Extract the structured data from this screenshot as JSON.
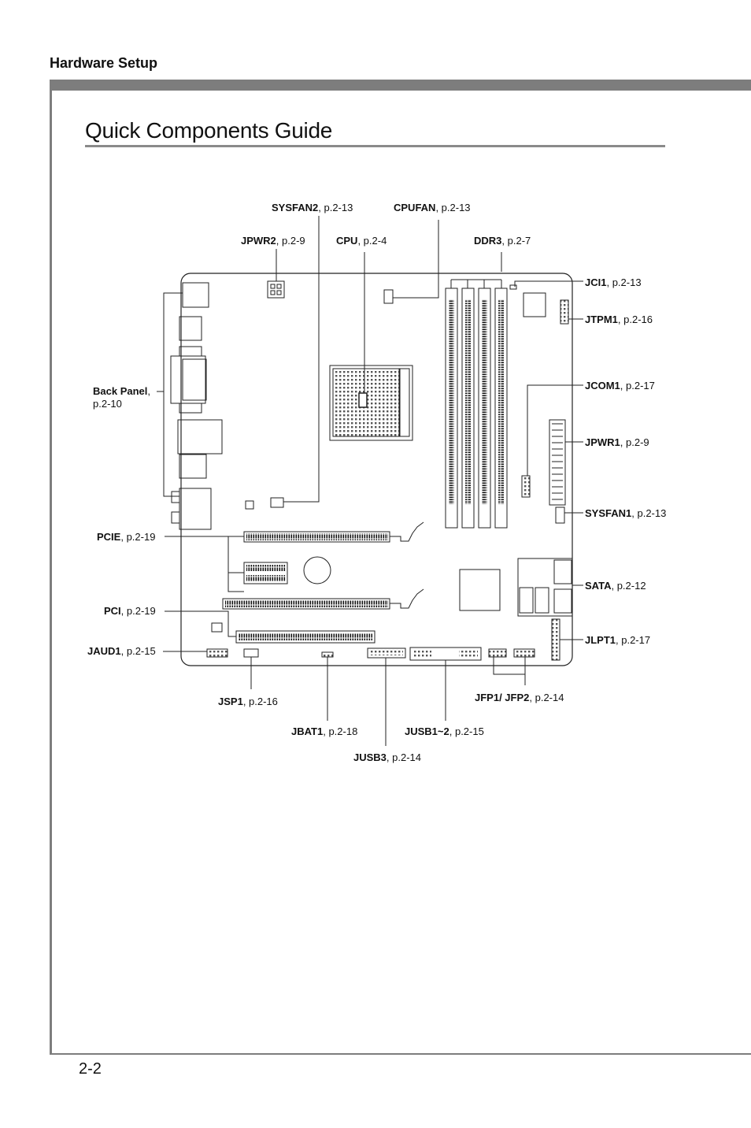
{
  "header": {
    "section": "Hardware Setup"
  },
  "page": {
    "title": "Quick Components Guide",
    "number": "2-2"
  },
  "components": [
    {
      "id": "sysfan2",
      "name": "SYSFAN2",
      "ref": ", p.2-13"
    },
    {
      "id": "cpufan",
      "name": "CPUFAN",
      "ref": ", p.2-13"
    },
    {
      "id": "jpwr2",
      "name": "JPWR2",
      "ref": ", p.2-9"
    },
    {
      "id": "cpu",
      "name": "CPU",
      "ref": ", p.2-4"
    },
    {
      "id": "ddr3",
      "name": "DDR3",
      "ref": ", p.2-7"
    },
    {
      "id": "jci1",
      "name": "JCI1",
      "ref": ", p.2-13"
    },
    {
      "id": "jtpm1",
      "name": "JTPM1",
      "ref": ", p.2-16"
    },
    {
      "id": "jcom1",
      "name": "JCOM1",
      "ref": ", p.2-17"
    },
    {
      "id": "jpwr1",
      "name": "JPWR1",
      "ref": ", p.2-9"
    },
    {
      "id": "sysfan1",
      "name": "SYSFAN1",
      "ref": ", p.2-13"
    },
    {
      "id": "sata",
      "name": "SATA",
      "ref": ", p.2-12"
    },
    {
      "id": "jlpt1",
      "name": "JLPT1",
      "ref": ", p.2-17"
    },
    {
      "id": "backpanel",
      "name": "Back Panel",
      "ref": ",",
      "ref2": "p.2-10"
    },
    {
      "id": "pcie",
      "name": "PCIE",
      "ref": ", p.2-19"
    },
    {
      "id": "pci",
      "name": "PCI",
      "ref": ", p.2-19"
    },
    {
      "id": "jaud1",
      "name": "JAUD1",
      "ref": ", p.2-15"
    },
    {
      "id": "jsp1",
      "name": "JSP1",
      "ref": ", p.2-16"
    },
    {
      "id": "jbat1",
      "name": "JBAT1",
      "ref": ", p.2-18"
    },
    {
      "id": "jusb12",
      "name": "JUSB1~2",
      "ref": ", p.2-15"
    },
    {
      "id": "jusb3",
      "name": "JUSB3",
      "ref": ", p.2-14"
    },
    {
      "id": "jfp",
      "name": "JFP1/ JFP2",
      "ref": ", p.2-14"
    }
  ]
}
